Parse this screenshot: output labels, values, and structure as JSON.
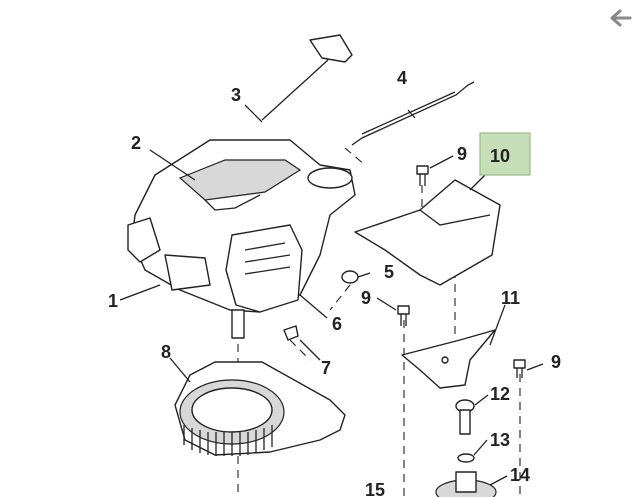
{
  "callouts": {
    "c1": "1",
    "c2": "2",
    "c3": "3",
    "c4": "4",
    "c5": "5",
    "c6": "6",
    "c7": "7",
    "c8": "8",
    "c9a": "9",
    "c9b": "9",
    "c9c": "9",
    "c10": "10",
    "c11": "11",
    "c12": "12",
    "c13": "13",
    "c14": "14",
    "c15": "15"
  },
  "highlight_color": "#c7dfb9",
  "nav_icon": "back-arrow-icon"
}
